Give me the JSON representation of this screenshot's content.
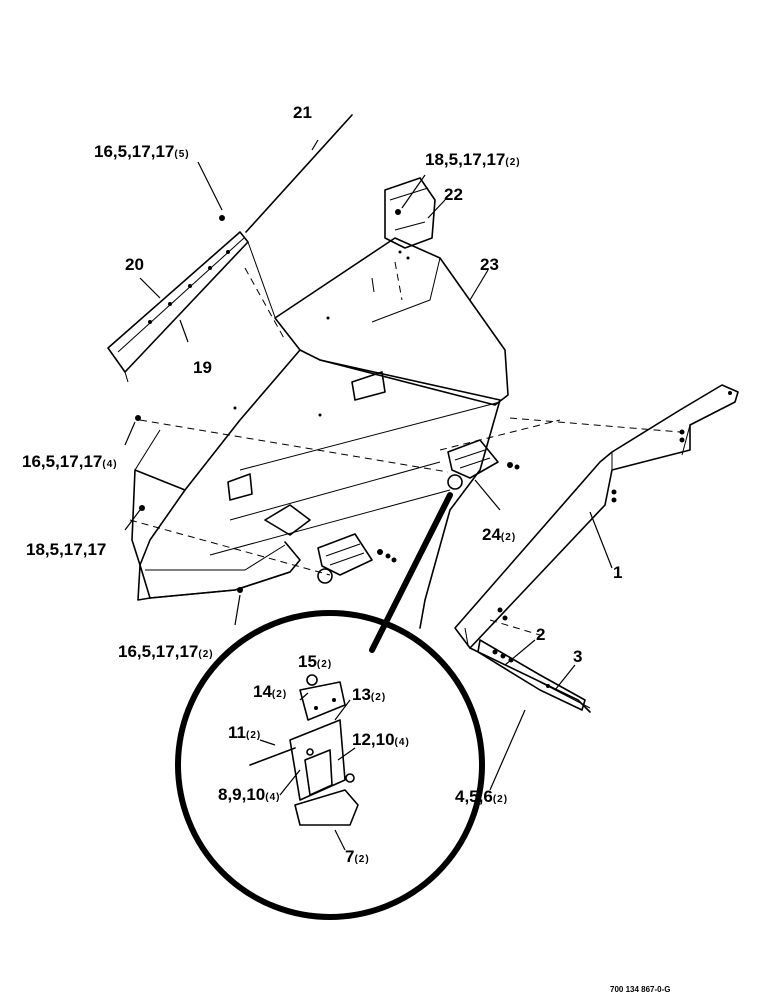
{
  "callouts": {
    "c21": "21",
    "c16_top": "16,5,17,17",
    "c16_top_qty": "(5)",
    "c18_top": "18,5,17,17",
    "c18_top_qty": "(2)",
    "c22": "22",
    "c20": "20",
    "c23": "23",
    "c19": "19",
    "c16_left": "16,5,17,17",
    "c16_left_qty": "(4)",
    "c18_left": "18,5,17,17",
    "c24": "24",
    "c24_qty": "(2)",
    "c1": "1",
    "c16_bottom": "16,5,17,17",
    "c16_bottom_qty": "(2)",
    "c2": "2",
    "c3": "3",
    "c15": "15",
    "c15_qty": "(2)",
    "c14": "14",
    "c14_qty": "(2)",
    "c13": "13",
    "c13_qty": "(2)",
    "c11": "11",
    "c11_qty": "(2)",
    "c12": "12,10",
    "c12_qty": "(4)",
    "c8": "8,9,10",
    "c8_qty": "(4)",
    "c4": "4,5,6",
    "c4_qty": "(2)",
    "c7": "7",
    "c7_qty": "(2)"
  },
  "drawing_number": "700 134 867-0-G"
}
